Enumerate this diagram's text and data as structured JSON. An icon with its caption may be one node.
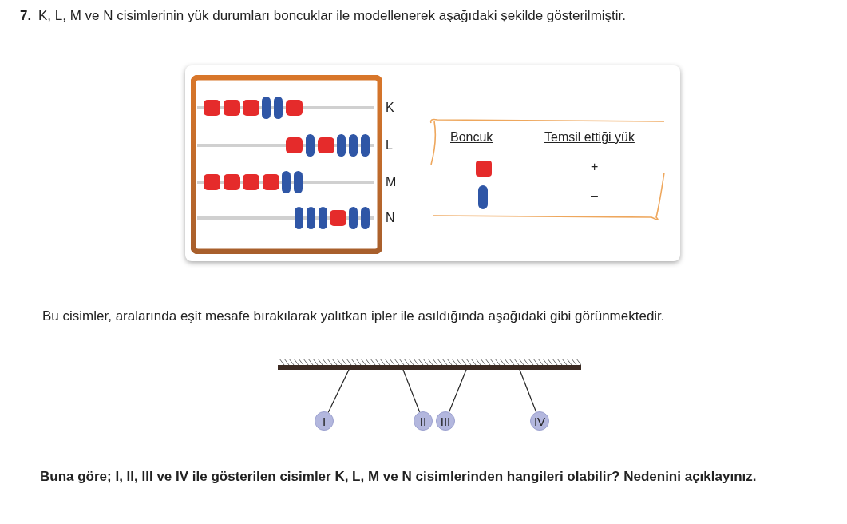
{
  "diagram": {
    "nodes": [
      {
        "text": [],
        "shape": "bar"
      },
      {
        "text": [
          "I"
        ]
      },
      {
        "text": [
          "II"
        ]
      },
      {
        "text": [
          "III"
        ]
      },
      {
        "text": [
          "IV"
        ]
      }
    ],
    "edges": [
      {
        "from": 0,
        "to": 1,
        "arrow": "none"
      },
      {
        "from": 0,
        "to": 2,
        "arrow": "none"
      },
      {
        "from": 0,
        "to": 3,
        "arrow": "none"
      },
      {
        "from": 0,
        "to": 4,
        "arrow": "none"
      }
    ],
    "labels": [
      "7.",
      "K, L, M ve N cisimlerinin yük durumları boncuklar ile modellenerek aşağıdaki şekilde gösterilmiştir.",
      "K",
      "L",
      "M",
      "N",
      "Boncuk",
      "Temsil ettiği yük",
      "Bu cisimler, aralarında eşit mesafe bırakılarak yalıtkan ipler ile asıldığında aşağıdaki gibi görünmektedir.",
      "Buna göre; I, II, III ve IV ile gösterilen cisimler K, L, M ve N cisimlerinden hangileri olabilir? Nedenini açıklayınız."
    ],
    "legend": [
      {
        "text": "+",
        "color": "#e52b2b"
      },
      {
        "text": "–",
        "color": "#2f56a6"
      }
    ]
  }
}
